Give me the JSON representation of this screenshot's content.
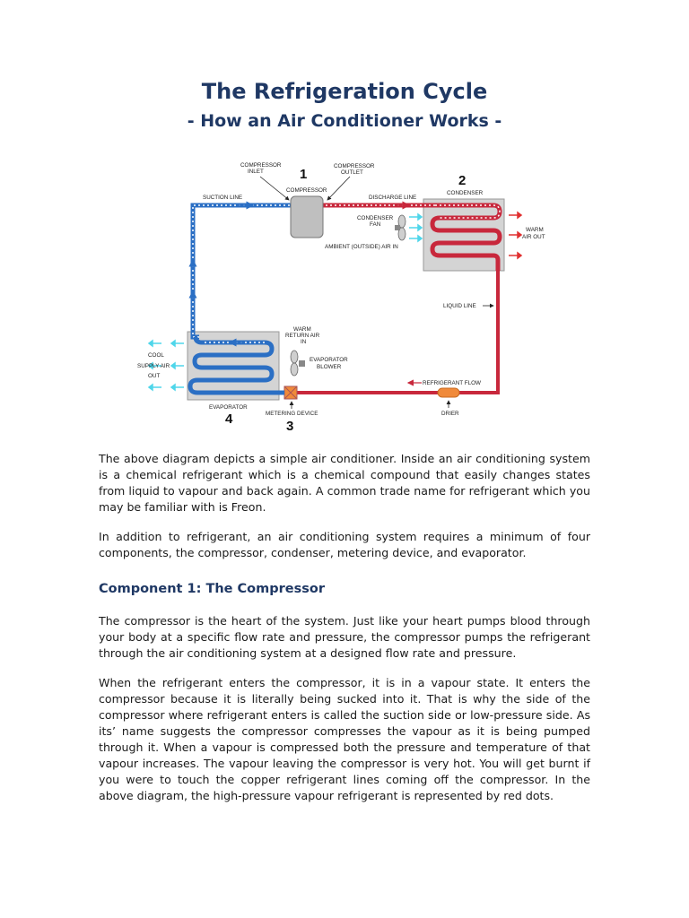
{
  "title": "The Refrigeration Cycle",
  "subtitle": "- How an Air Conditioner Works -",
  "diagram": {
    "labels": {
      "compressor_inlet_1": "COMPRESSOR",
      "compressor_inlet_2": "INLET",
      "compressor_outlet_1": "COMPRESSOR",
      "compressor_outlet_2": "OUTLET",
      "compressor": "COMPRESSOR",
      "suction_line": "SUCTION LINE",
      "discharge_line": "DISCHARGE LINE",
      "condenser": "CONDENSER",
      "condenser_fan_1": "CONDENSER",
      "condenser_fan_2": "FAN",
      "ambient_air_in": "AMBIENT (OUTSIDE) AIR IN",
      "warm_air_out_1": "WARM",
      "warm_air_out_2": "AIR OUT",
      "liquid_line": "LIQUID LINE",
      "warm_return_air_1": "WARM",
      "warm_return_air_2": "RETURN AIR",
      "warm_return_air_3": "IN",
      "evaporator_blower_1": "EVAPORATOR",
      "evaporator_blower_2": "BLOWER",
      "cool_supply_air_1": "COOL",
      "cool_supply_air_2": "SUPPLY AIR",
      "cool_supply_air_3": "OUT",
      "refrigerant_flow": "REFRIGERANT FLOW",
      "evaporator": "EVAPORATOR",
      "metering_device": "METERING DEVICE",
      "drier": "DRIER"
    },
    "numbers": {
      "n1": "1",
      "n2": "2",
      "n3": "3",
      "n4": "4"
    },
    "colors": {
      "high_pressure": "#c8283c",
      "low_pressure": "#2b6fc4",
      "air_in": "#4fd6ea",
      "air_out": "#e03030"
    }
  },
  "paragraphs": {
    "p1": "The above diagram depicts a simple air conditioner. Inside an air conditioning system is a chemical refrigerant which is a chemical compound that easily changes states from liquid to vapour and back again. A common trade name for refrigerant which you may be familiar with is Freon.",
    "p2": "In addition to refrigerant, an air conditioning system requires a minimum of four components, the compressor, condenser, metering device, and evaporator.",
    "heading1": "Component 1: The Compressor",
    "p3": "The compressor is the heart of the system. Just like your heart pumps blood through your body at a specific flow rate and pressure, the compressor pumps the refrigerant through the air conditioning system at a designed flow rate and pressure.",
    "p4": "When the refrigerant enters the compressor, it is in a vapour state. It enters the compressor because it is literally being sucked into it. That is why the side of the compressor where refrigerant enters is called the suction side or low-pressure side. As its’ name suggests the compressor compresses the vapour as it is being pumped through it. When a vapour is compressed both the pressure and temperature of that vapour increases. The vapour leaving the compressor is very hot. You will get burnt if you were to touch the copper refrigerant lines coming off the compressor. In the above diagram, the high-pressure vapour refrigerant is represented by red dots."
  }
}
